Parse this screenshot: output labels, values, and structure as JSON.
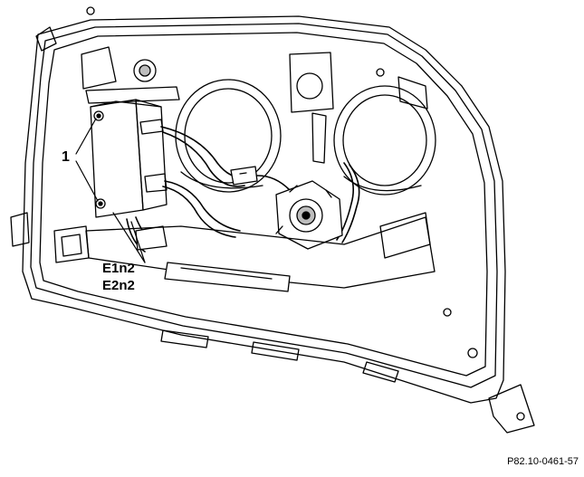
{
  "callouts": {
    "item_1": "1",
    "module_e1": "E1n2",
    "module_e2": "E2n2"
  },
  "reference_code": "P82.10-0461-57",
  "colors": {
    "line": "#000000",
    "background": "#ffffff",
    "shade": "#bdbdbd"
  }
}
